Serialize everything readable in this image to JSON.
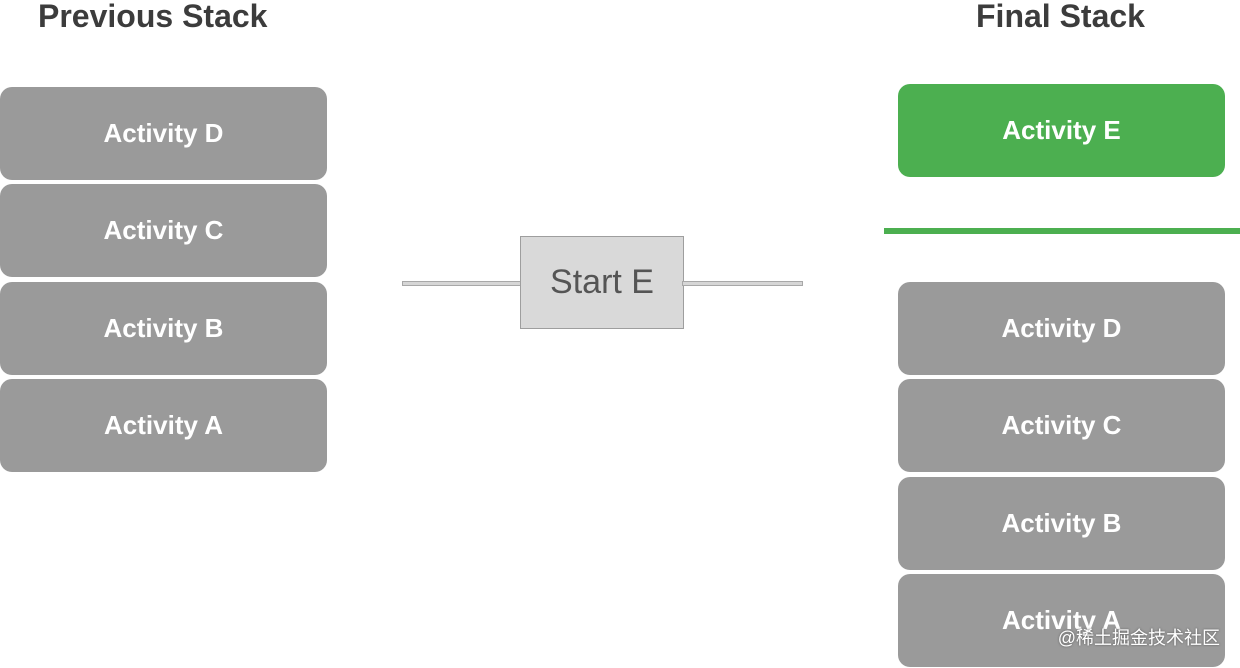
{
  "headings": {
    "previous": "Previous Stack",
    "final": "Final Stack"
  },
  "previous_stack": [
    "Activity D",
    "Activity C",
    "Activity B",
    "Activity A"
  ],
  "action": {
    "label": "Start E"
  },
  "final_stack": {
    "new_top": "Activity E",
    "existing": [
      "Activity D",
      "Activity C",
      "Activity B",
      "Activity A"
    ]
  },
  "watermark": "@稀土掘金技术社区",
  "colors": {
    "block_gray": "#9a9a9a",
    "new_green": "#4caf50",
    "action_box": "#d9d9d9"
  }
}
